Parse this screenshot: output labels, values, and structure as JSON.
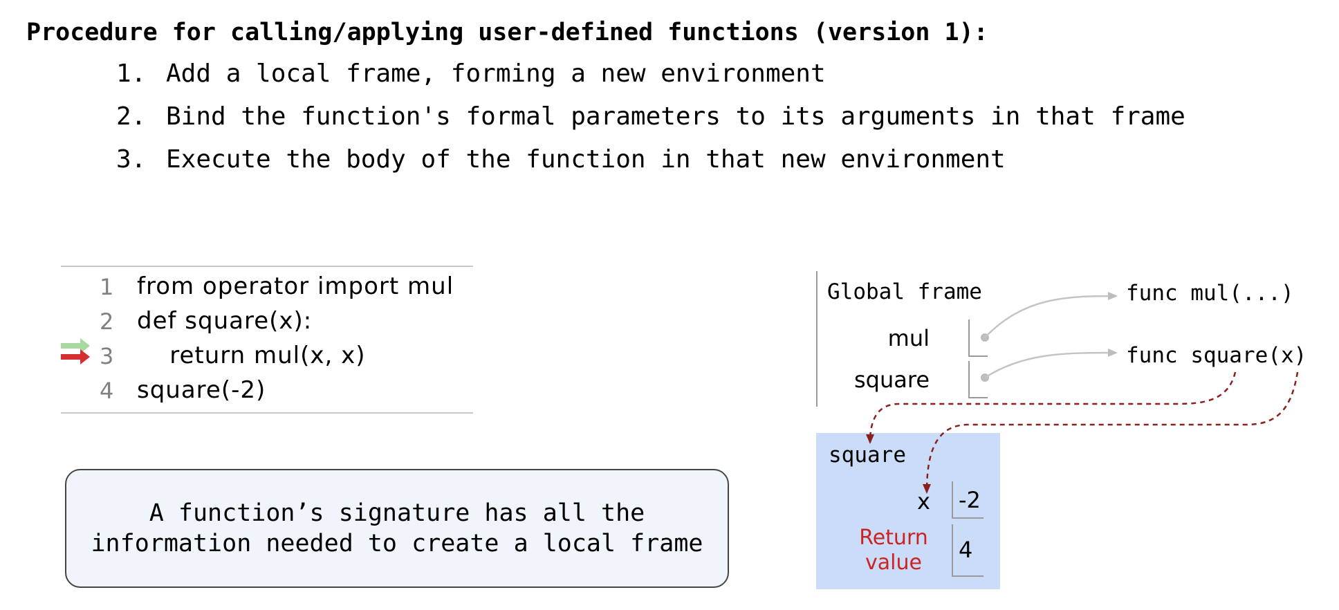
{
  "heading": "Procedure for calling/applying user-defined functions (version 1):",
  "steps": [
    {
      "num": "1.",
      "text": "Add a local frame, forming a new environment"
    },
    {
      "num": "2.",
      "text": "Bind the function's formal parameters to its arguments in that frame"
    },
    {
      "num": "3.",
      "text": "Execute the body of the function in that new environment"
    }
  ],
  "code": {
    "lines": [
      {
        "num": "1",
        "text": "from operator import mul"
      },
      {
        "num": "2",
        "text": "def square(x):"
      },
      {
        "num": "3",
        "text": "    return mul(x, x)"
      },
      {
        "num": "4",
        "text": "square(-2)"
      }
    ],
    "colors": {
      "prev_arrow": "#a6d8a0",
      "next_arrow": "#d43030"
    }
  },
  "note": {
    "line1": "A function’s signature has all the",
    "line2": "information needed to create a local frame"
  },
  "global_frame": {
    "title": "Global frame",
    "vars": [
      {
        "name": "mul",
        "points_to": "func mul(...)"
      },
      {
        "name": "square",
        "points_to": "func square(x)"
      }
    ]
  },
  "local_frame": {
    "title": "square",
    "var_name": "x",
    "var_value": "-2",
    "return_label_1": "Return",
    "return_label_2": "value",
    "return_value": "4",
    "background": "#cadcf8"
  }
}
